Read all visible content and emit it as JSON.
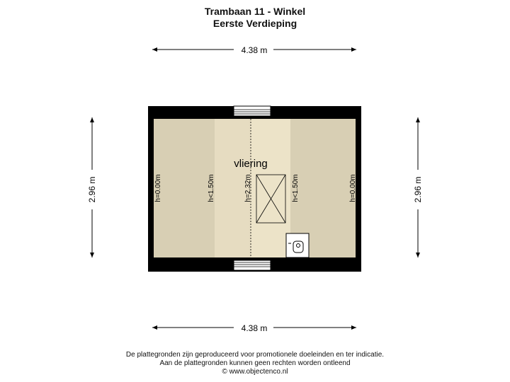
{
  "header": {
    "title": "Trambaan 11 - Winkel",
    "subtitle": "Eerste Verdieping"
  },
  "dimensions": {
    "top_width": "4.38 m",
    "bottom_width": "4.38 m",
    "left_height": "2.96 m",
    "right_height": "2.96 m"
  },
  "room": {
    "name": "vliering"
  },
  "heights": {
    "left_outer": "h=0.00m",
    "left_inner": "h<1.50m",
    "center": "h=2.32m",
    "right_inner": "h<1.50m",
    "right_outer": "h=0.00m"
  },
  "colors": {
    "wall": "#000000",
    "floor_low": "#d8cfb4",
    "floor_mid": "#e6dcc1",
    "floor_high": "#ece3c8"
  },
  "footer": {
    "line1": "De plattegronden zijn geproduceerd voor promotionele doeleinden en ter indicatie.",
    "line2": "Aan de plattegronden kunnen geen rechten worden ontleend",
    "line3": "© www.objectenco.nl"
  }
}
